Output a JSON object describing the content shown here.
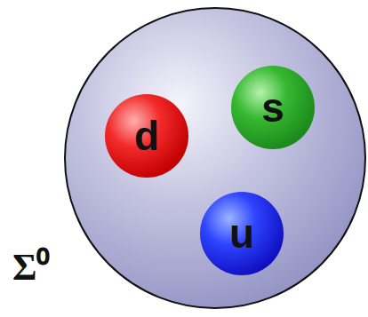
{
  "diagram": {
    "nodes": [
      {
        "text": [
          "Σ⁰"
        ]
      },
      {
        "text": [
          "d"
        ],
        "in": 0
      },
      {
        "text": [
          "s"
        ],
        "in": 0
      },
      {
        "text": [
          "u"
        ],
        "in": 0
      }
    ]
  }
}
